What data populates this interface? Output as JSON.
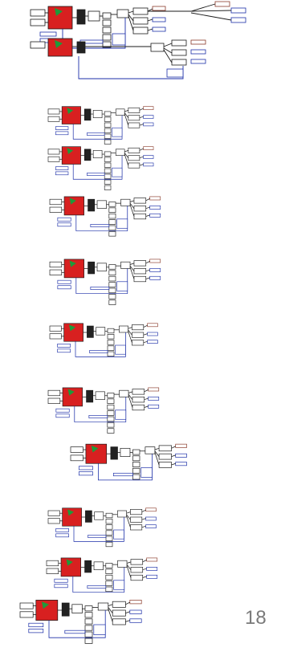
{
  "page": {
    "number": "18"
  },
  "colors": {
    "wire_black": "#1a1a1a",
    "wire_blue": "#1c2fa8",
    "highlight_red": "#d82020",
    "highlight_green": "#1e9a3a",
    "label_brown": "#8a3a2a",
    "label_blue": "#1c2fa8",
    "label_olive": "#c8a860",
    "block_fill": "#ffffff",
    "block_dark": "#222222"
  },
  "diagrams": [
    {
      "id": "model-1",
      "blocks": 40
    },
    {
      "id": "model-2",
      "blocks": 16
    },
    {
      "id": "model-3",
      "blocks": 17
    },
    {
      "id": "model-4",
      "blocks": 18
    },
    {
      "id": "model-5",
      "blocks": 18
    },
    {
      "id": "model-6",
      "blocks": 16
    },
    {
      "id": "model-7",
      "blocks": 16
    },
    {
      "id": "model-8",
      "blocks": 22
    },
    {
      "id": "model-9",
      "blocks": 16
    },
    {
      "id": "model-10",
      "blocks": 17
    },
    {
      "id": "model-11",
      "blocks": 20
    }
  ]
}
